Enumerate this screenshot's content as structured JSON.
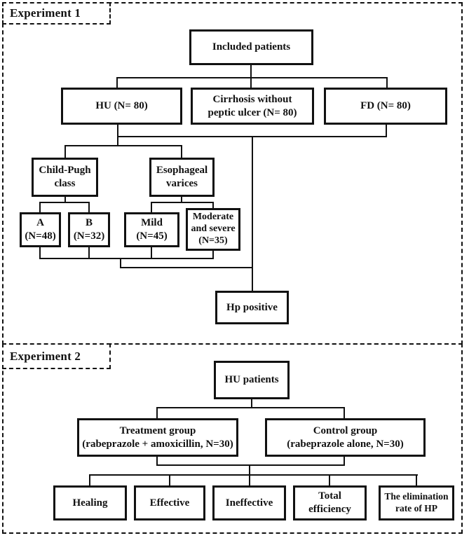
{
  "colors": {
    "ink": "#111111",
    "background": "#ffffff"
  },
  "exp1": {
    "region_label": "Experiment 1",
    "nodes": {
      "included": {
        "label": "Included patients"
      },
      "hu": {
        "label": "HU (N= 80)"
      },
      "cirrhosis": {
        "label": "Cirrhosis without\npeptic ulcer (N= 80)"
      },
      "fd": {
        "label": "FD (N= 80)"
      },
      "child_pugh": {
        "label": "Child-Pugh\nclass"
      },
      "esophageal": {
        "label": "Esophageal\nvarices"
      },
      "cp_a": {
        "label": "A\n(N=48)"
      },
      "cp_b": {
        "label": "B\n(N=32)"
      },
      "mild": {
        "label": "Mild\n(N=45)"
      },
      "moderate_severe": {
        "label": "Moderate\nand severe\n(N=35)"
      },
      "hp_positive": {
        "label": "Hp positive"
      }
    }
  },
  "exp2": {
    "region_label": "Experiment 2",
    "nodes": {
      "hu_patients": {
        "label": "HU patients"
      },
      "treatment": {
        "label": "Treatment group\n(rabeprazole + amoxicillin, N=30)"
      },
      "control": {
        "label": "Control group\n(rabeprazole alone, N=30)"
      },
      "healing": {
        "label": "Healing"
      },
      "effective": {
        "label": "Effective"
      },
      "ineffective": {
        "label": "Ineffective"
      },
      "total_efficiency": {
        "label": "Total\nefficiency"
      },
      "elimination": {
        "label": "The elimination\nrate of HP"
      }
    }
  }
}
